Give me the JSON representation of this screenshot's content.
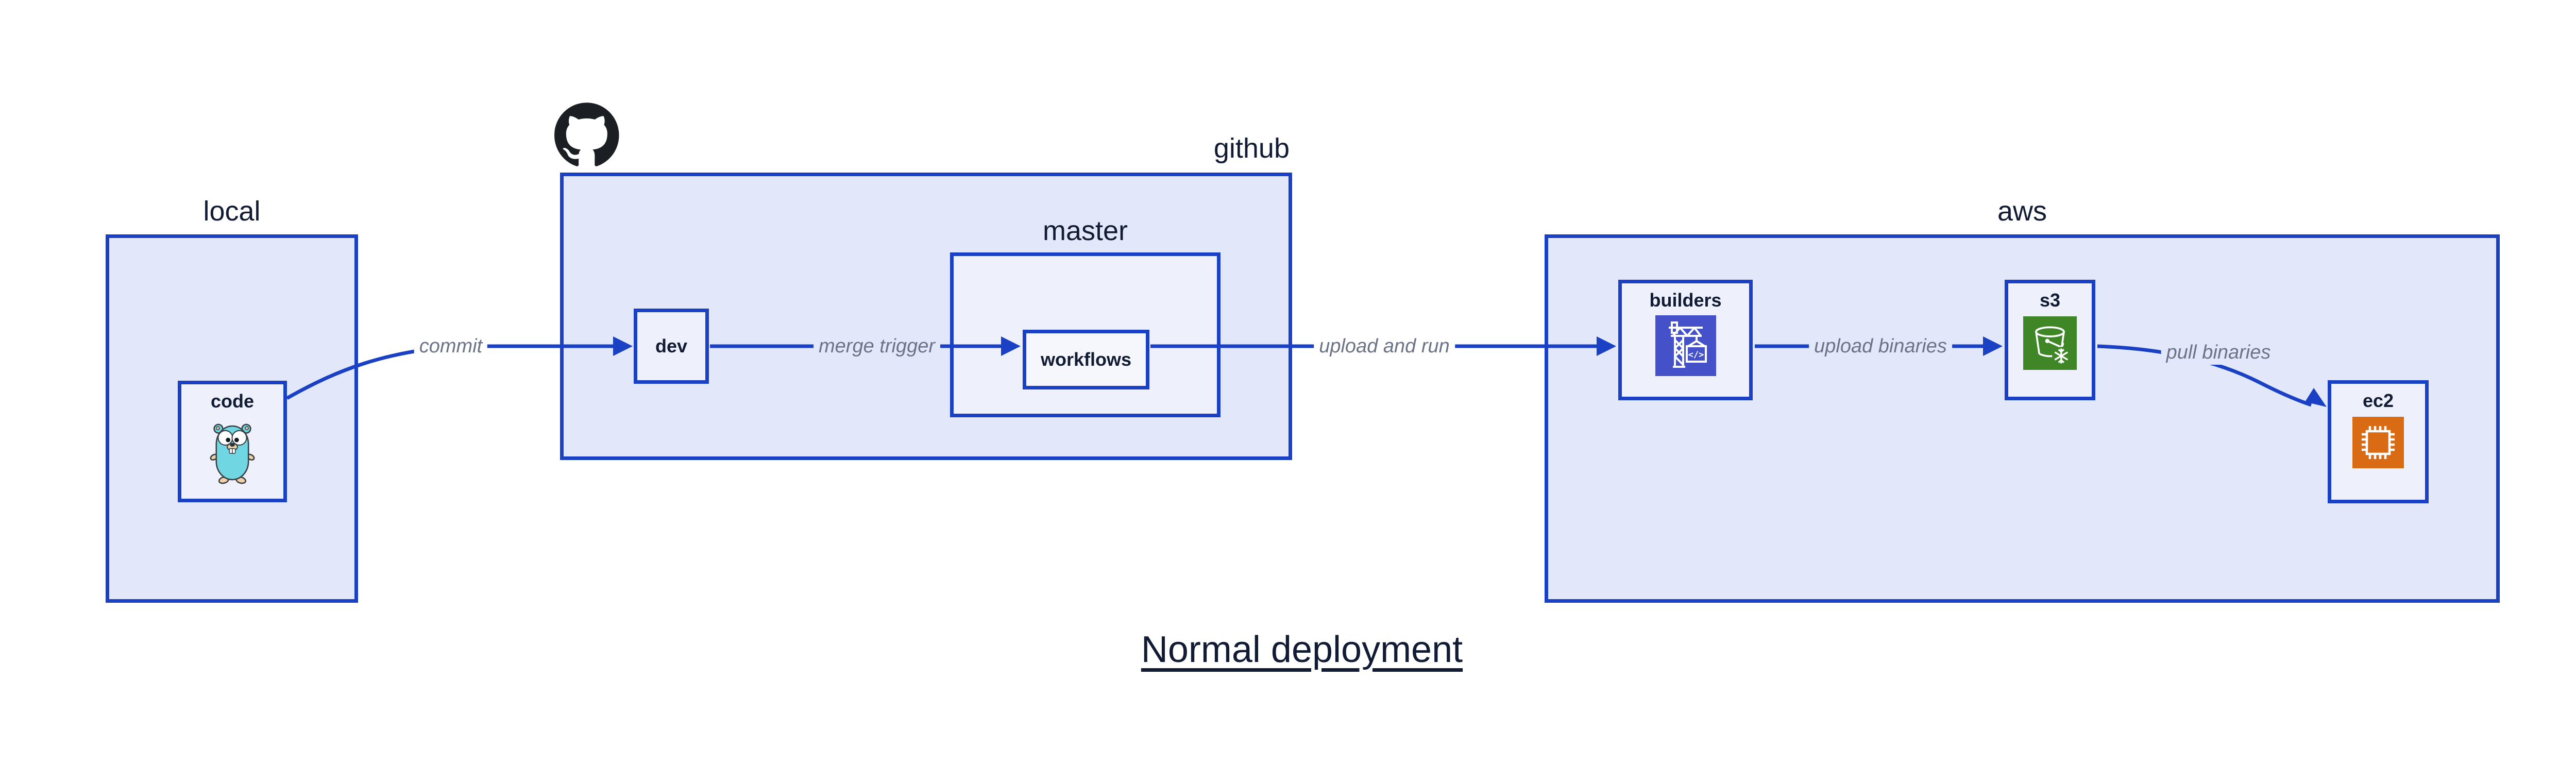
{
  "title": "Normal deployment",
  "colors": {
    "line_blue": "#1a41c3",
    "container_fill": "#e2e8f9",
    "node_fill": "#eef1fb",
    "workflows_fill": "#f5f7fd",
    "dark_text": "#111b33",
    "edge_label_text": "#6b7486",
    "builders_icon_bg": "#4551c9",
    "s3_icon_bg": "#3f8626",
    "ec2_icon_bg": "#d96b15",
    "gopher_body": "#70d7e2",
    "github_logo": "#1b1f23"
  },
  "groups": {
    "local": {
      "label": "local"
    },
    "github": {
      "label": "github"
    },
    "master": {
      "label": "master"
    },
    "aws": {
      "label": "aws"
    }
  },
  "nodes": {
    "code": {
      "label": "code",
      "icon": "go-gopher-icon"
    },
    "dev": {
      "label": "dev"
    },
    "workflows": {
      "label": "workflows"
    },
    "builders": {
      "label": "builders",
      "icon": "aws-codebuild-icon"
    },
    "s3": {
      "label": "s3",
      "icon": "aws-s3-bucket-icon"
    },
    "ec2": {
      "label": "ec2",
      "icon": "aws-ec2-chip-icon"
    }
  },
  "edges": {
    "commit": {
      "label": "commit"
    },
    "merge_trigger": {
      "label": "merge trigger"
    },
    "upload_and_run": {
      "label": "upload and run"
    },
    "upload_binaries": {
      "label": "upload binaries"
    },
    "pull_binaries": {
      "label": "pull binaries"
    }
  }
}
